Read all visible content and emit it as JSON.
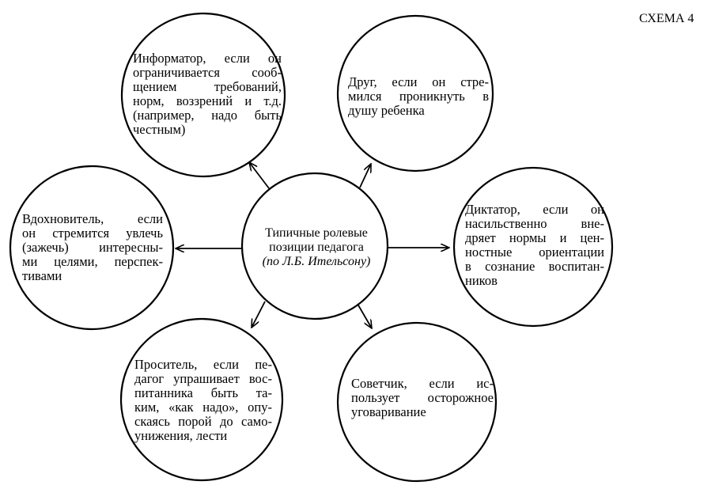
{
  "schema_label": "СХЕМА 4",
  "center": {
    "lines": [
      "Типичные ролевые",
      "позиции педагога"
    ],
    "source": "(по Л.Б. Ительсону)"
  },
  "nodes": {
    "informator": [
      "Информатор, если он",
      "ограничивается сооб-",
      "щением требований,",
      "норм, воззрений и т.д.",
      "(например, надо быть",
      "честным)"
    ],
    "drug": [
      "Друг, если он стре-",
      "мился проникнуть в",
      "душу ребенка"
    ],
    "diktator": [
      "Диктатор, если он",
      "насильственно вне-",
      "дряет нормы и цен-",
      "ностные ориентации",
      "в сознание воспитан-",
      "ников"
    ],
    "vdokhnovitel": [
      "Вдохновитель, если",
      "он стремится увлечь",
      "(зажечь) интересны-",
      "ми целями, перспек-",
      "тивами"
    ],
    "prositel": [
      "Проситель, если пе-",
      "дагог упрашивает вос-",
      "питанника быть та-",
      "ким, «как надо», опу-",
      "скаясь порой до само-",
      "унижения, лести"
    ],
    "sovetchik": [
      "Советчик, если ис-",
      "пользует осторожное",
      "уговаривание"
    ]
  },
  "colors": {
    "ink": "#000000",
    "paper": "#ffffff"
  }
}
